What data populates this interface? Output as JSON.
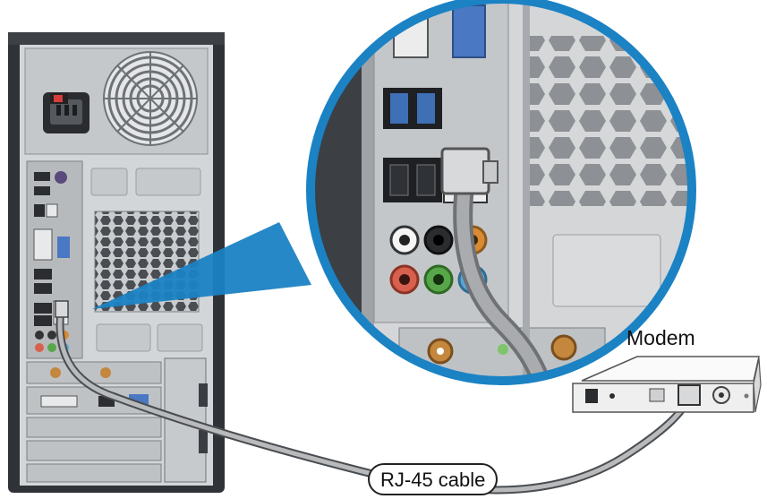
{
  "labels": {
    "modem": "Modem",
    "cable": "RJ-45 cable"
  },
  "colors": {
    "callout_ring": "#1b82c4",
    "case_body": "#cfd2d5",
    "case_dark": "#3a3d41",
    "cable": "#9a9c9f",
    "usb_blue": "#3f6fb4",
    "vga_blue": "#4a78c2",
    "audio_green": "#58a64a",
    "audio_pink": "#d8604e",
    "audio_blue": "#5aa6d4",
    "audio_orange": "#d98a32",
    "modem_body": "#f0f1f2"
  },
  "icons": [
    "pc-tower-rear",
    "lan-port-zoom",
    "modem-device",
    "rj45-cable"
  ]
}
